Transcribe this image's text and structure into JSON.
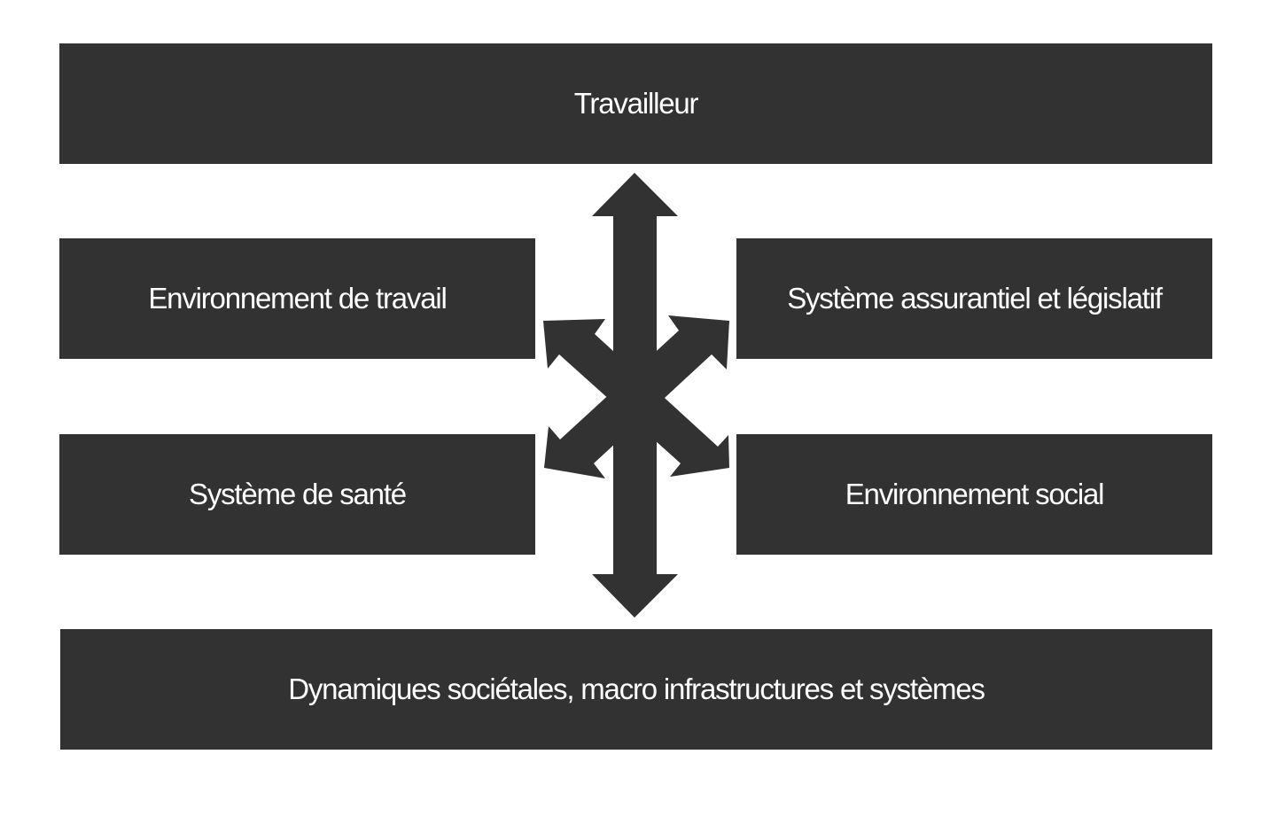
{
  "diagram": {
    "top": "Travailleur",
    "left_upper": "Environnement de travail",
    "right_upper": "Système assurantiel et législatif",
    "left_lower": "Système de santé",
    "right_lower": "Environnement social",
    "bottom": "Dynamiques sociétales, macro infrastructures et systèmes"
  },
  "colors": {
    "box_fill": "#323232",
    "text": "#ffffff",
    "background": "#ffffff"
  },
  "icons": {
    "center": "six-way-arrow-icon"
  }
}
